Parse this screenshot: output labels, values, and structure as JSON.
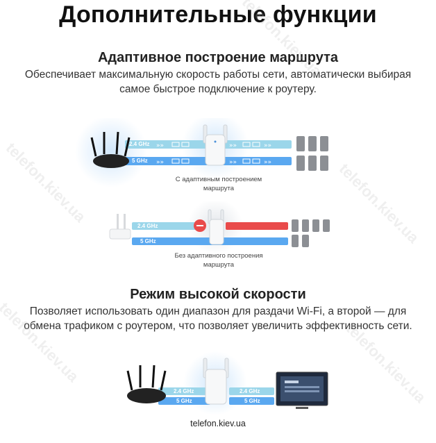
{
  "page_title": "Дополнительные функции",
  "section1": {
    "title": "Адаптивное построение маршрута",
    "description_line1": "Обеспечивает максимальную скорость работы сети, автоматически выбирая",
    "description_line2": "самое быстрое подключение к роутеру.",
    "with_caption_line1": "С адаптивным построением",
    "with_caption_line2": "маршрута",
    "without_caption_line1": "Без адаптивного построения",
    "without_caption_line2": "маршрута"
  },
  "section2": {
    "title": "Режим высокой скорости",
    "description_line1": "Позволяет использовать один диапазон для раздачи Wi-Fi, а второй — для",
    "description_line2": "обмена трафиком с роутером, что позволяет увеличить эффективность сети."
  },
  "bands": {
    "band_24": "2.4 GHz",
    "band_5": "5 GHz"
  },
  "footer": "telefon.kiev.ua",
  "watermark": "telefon.kiev.ua",
  "colors": {
    "band_24": "#9bd6ea",
    "band_5": "#5aa8f0",
    "blocked": "#e94b4b",
    "device": "#8c8f94"
  }
}
